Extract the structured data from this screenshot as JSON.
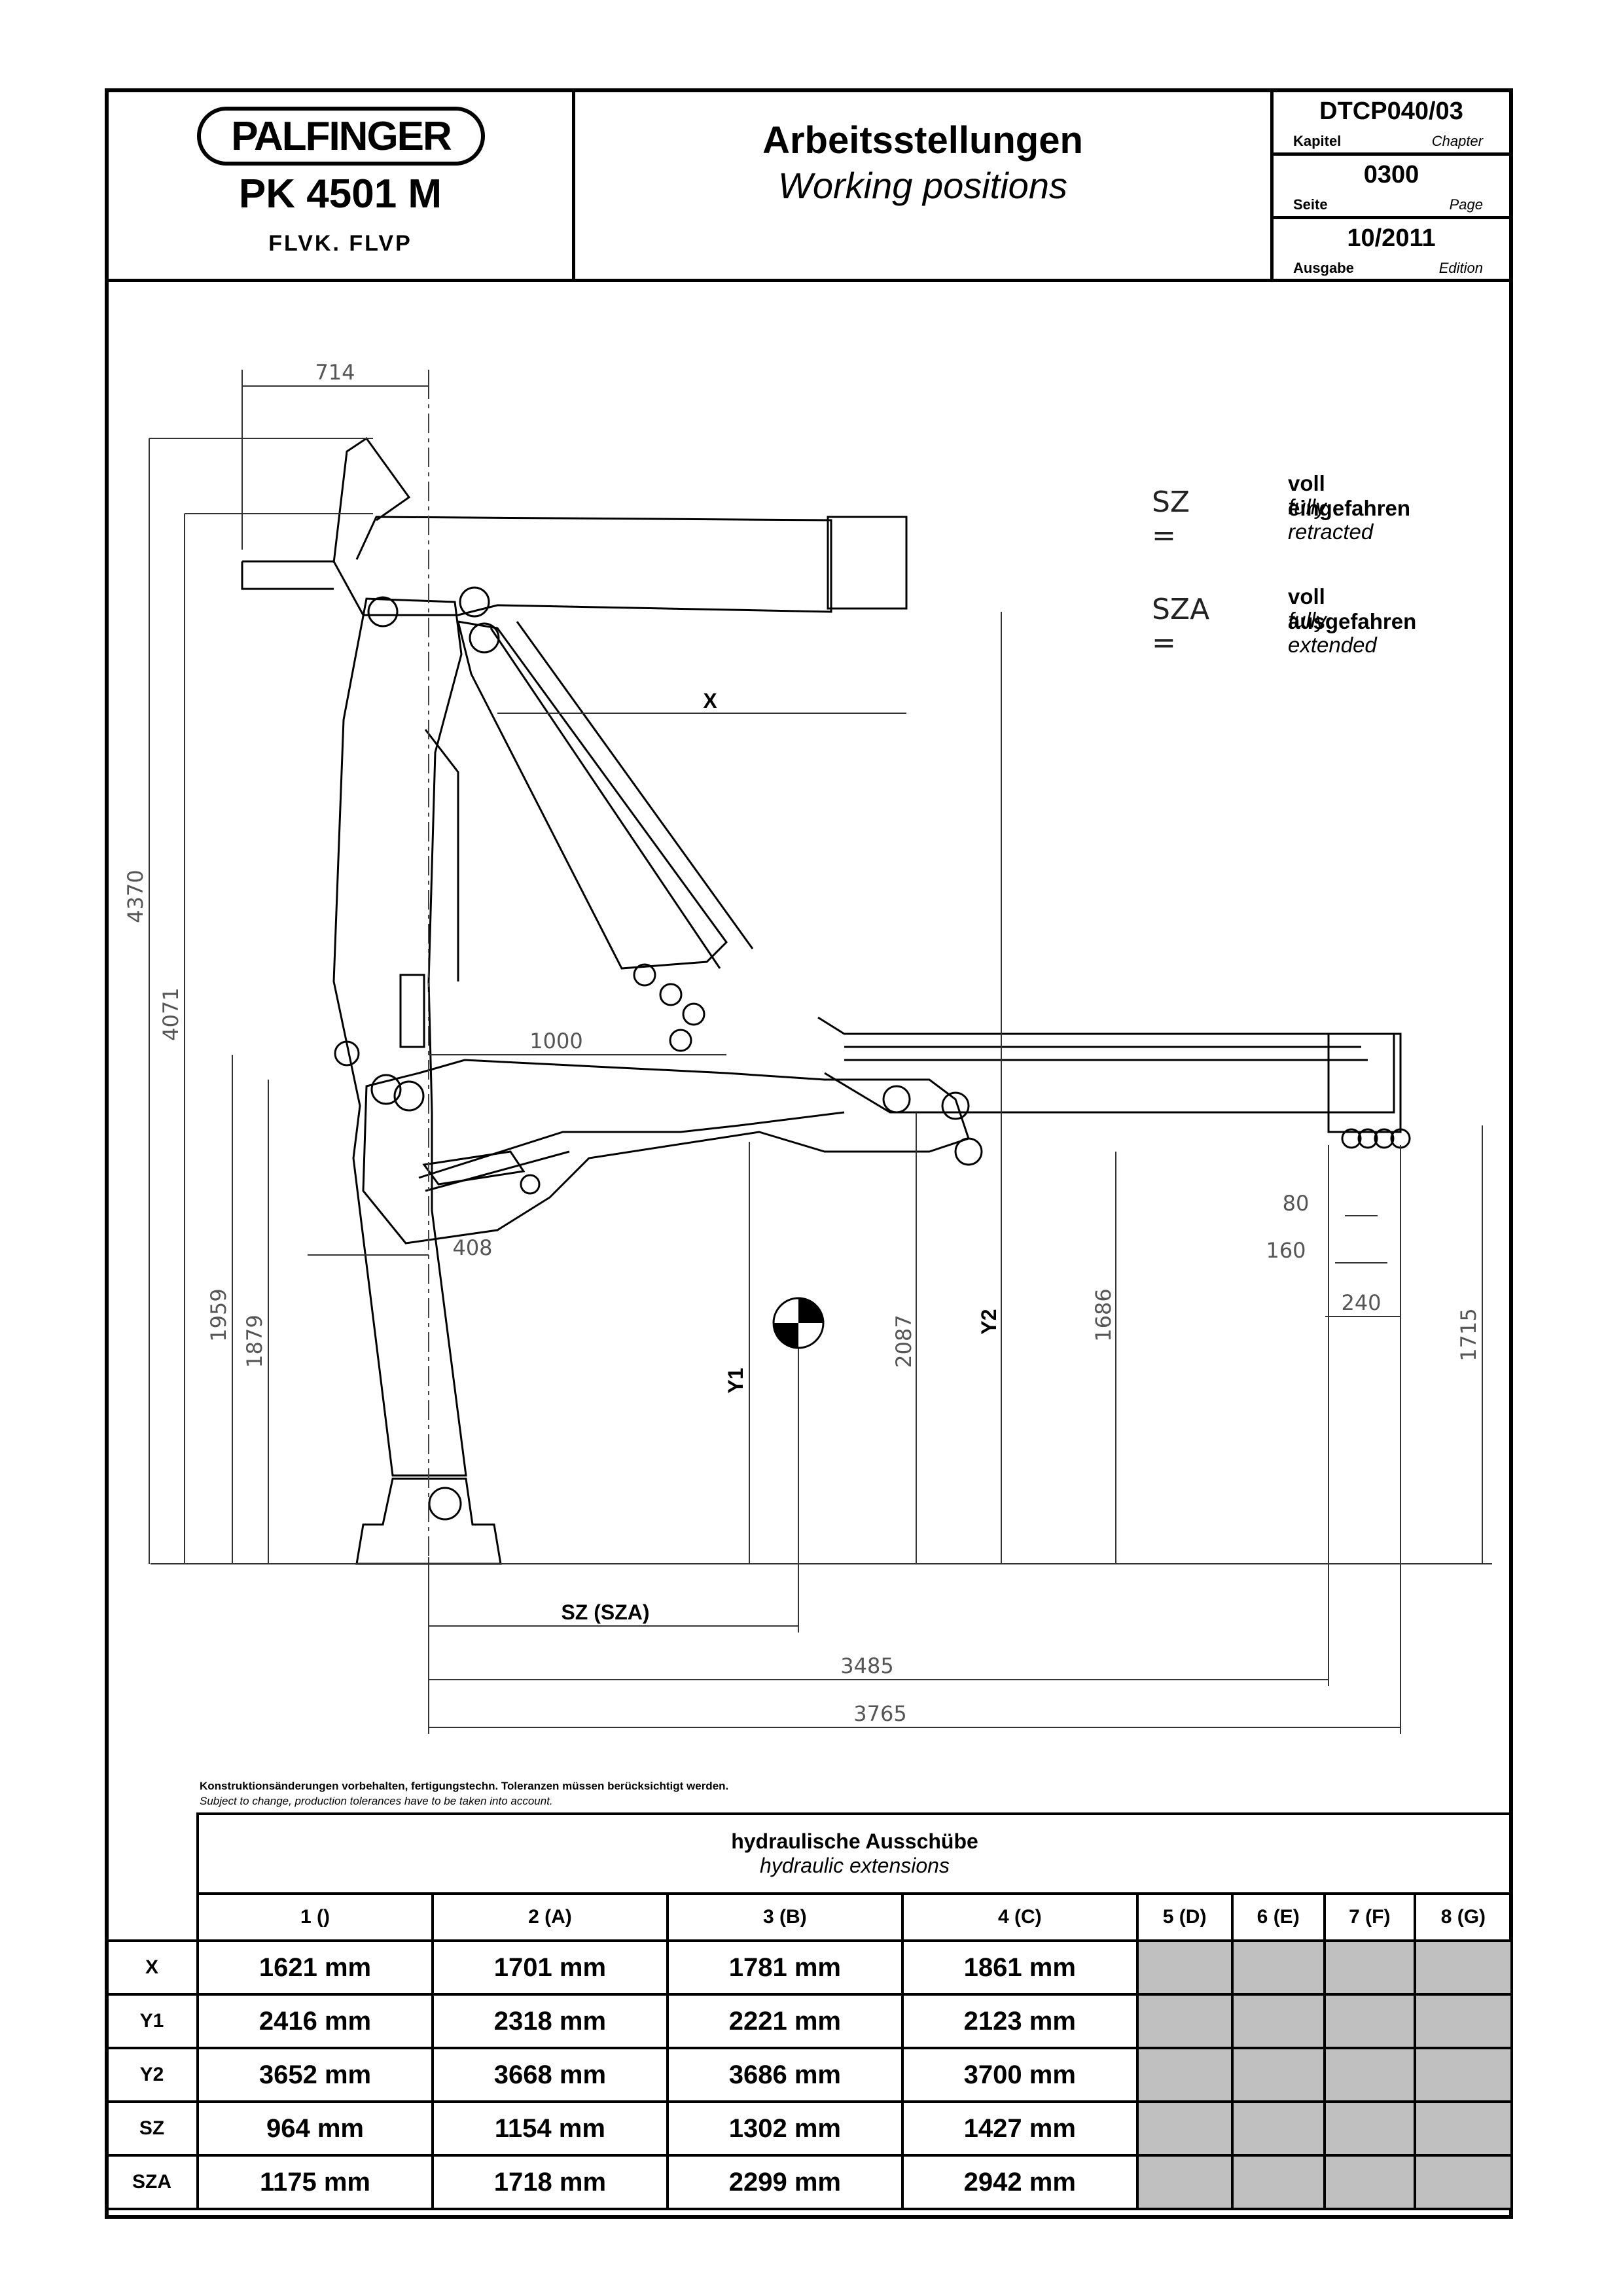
{
  "header": {
    "brand": "PALFINGER",
    "model": "PK 4501 M",
    "variant": "FLVK. FLVP",
    "title_de": "Arbeitsstellungen",
    "title_en": "Working positions",
    "chapter": {
      "value": "DTCP040/03",
      "label_de": "Kapitel",
      "label_en": "Chapter"
    },
    "page": {
      "value": "0300",
      "label_de": "Seite",
      "label_en": "Page"
    },
    "edition": {
      "value": "10/2011",
      "label_de": "Ausgabe",
      "label_en": "Edition"
    }
  },
  "legend": {
    "sz": {
      "symbol": "SZ =",
      "de": "voll eingefahren",
      "en": "fully retracted"
    },
    "sza": {
      "symbol": "SZA =",
      "de": "voll ausgefahren",
      "en": "fully extended"
    }
  },
  "drawing": {
    "dimensions": {
      "d714": "714",
      "d4370": "4370",
      "d4071": "4071",
      "d1000": "1000",
      "d408": "408",
      "d1959": "1959",
      "d1879": "1879",
      "d2087": "2087",
      "d1686": "1686",
      "d1715": "1715",
      "d80": "80",
      "d160": "160",
      "d240": "240",
      "d3485": "3485",
      "d3765": "3765"
    },
    "labels": {
      "x": "X",
      "y1": "Y1",
      "y2": "Y2",
      "sz_sza": "SZ (SZA)"
    }
  },
  "note": {
    "de": "Konstruktionsänderungen vorbehalten, fertigungstechn. Toleranzen müssen berücksichtigt werden.",
    "en": "Subject to change, production tolerances have to be taken into account."
  },
  "table": {
    "title_de": "hydraulische Ausschübe",
    "title_en": "hydraulic extensions",
    "columns": [
      "1 ()",
      "2 (A)",
      "3 (B)",
      "4 (C)",
      "5 (D)",
      "6 (E)",
      "7 (F)",
      "8 (G)"
    ],
    "rows": [
      {
        "label": "X",
        "values": [
          "1621 mm",
          "1701 mm",
          "1781 mm",
          "1861 mm"
        ]
      },
      {
        "label": "Y1",
        "values": [
          "2416 mm",
          "2318 mm",
          "2221 mm",
          "2123 mm"
        ]
      },
      {
        "label": "Y2",
        "values": [
          "3652 mm",
          "3668 mm",
          "3686 mm",
          "3700 mm"
        ]
      },
      {
        "label": "SZ",
        "values": [
          "964 mm",
          "1154 mm",
          "1302 mm",
          "1427 mm"
        ]
      },
      {
        "label": "SZA",
        "values": [
          "1175 mm",
          "1718 mm",
          "2299 mm",
          "2942 mm"
        ]
      }
    ]
  }
}
